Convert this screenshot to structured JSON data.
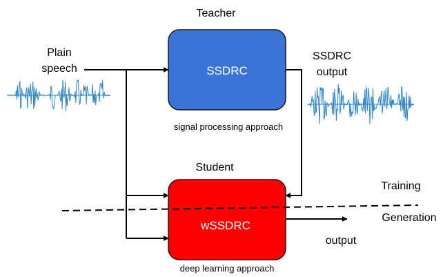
{
  "diagram": {
    "teacher": {
      "header": "Teacher",
      "box_label": "SSDRC",
      "caption": "signal processing approach",
      "fill": "#3b74d8",
      "stroke": "#1a1a1a"
    },
    "student": {
      "header": "Student",
      "box_label": "wSSDRC",
      "caption": "deep learning approach",
      "fill": "#ff0000",
      "stroke": "#1a1a1a"
    },
    "input": {
      "line1": "Plain",
      "line2": "speech"
    },
    "teacher_output": {
      "line1": "SSDRC",
      "line2": "output"
    },
    "student_output": "output",
    "phases": {
      "training": "Training",
      "generation": "Generation"
    },
    "waveform_color": "#2f84c7"
  }
}
